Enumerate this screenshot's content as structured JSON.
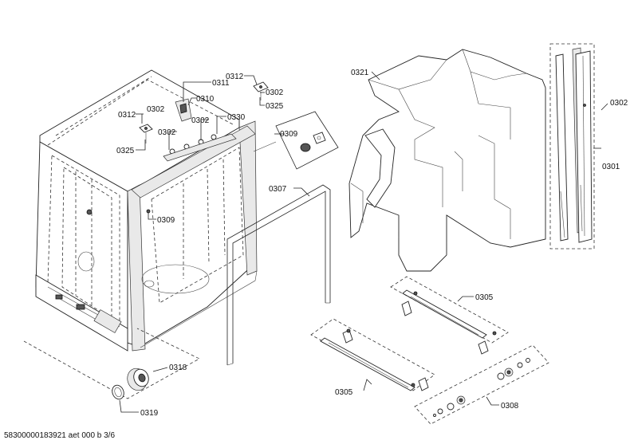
{
  "labels": {
    "l0311": "0311",
    "l0310": "0310",
    "l0312a": "0312",
    "l0302a": "0302",
    "l0325a": "0325",
    "l0302b": "0302",
    "l0302c": "0302",
    "l0330": "0330",
    "l0312b": "0312",
    "l0302d": "0302",
    "l0325b": "0325",
    "l0309a": "0309",
    "l0309b": "0309",
    "l0321": "0321",
    "l0307": "0307",
    "l0302e": "0302",
    "l0301": "0301",
    "l0305a": "0305",
    "l0305b": "0305",
    "l0308": "0308",
    "l0318": "0318",
    "l0319": "0319"
  },
  "footer": "58300000183921 aet 000 b 3/6"
}
